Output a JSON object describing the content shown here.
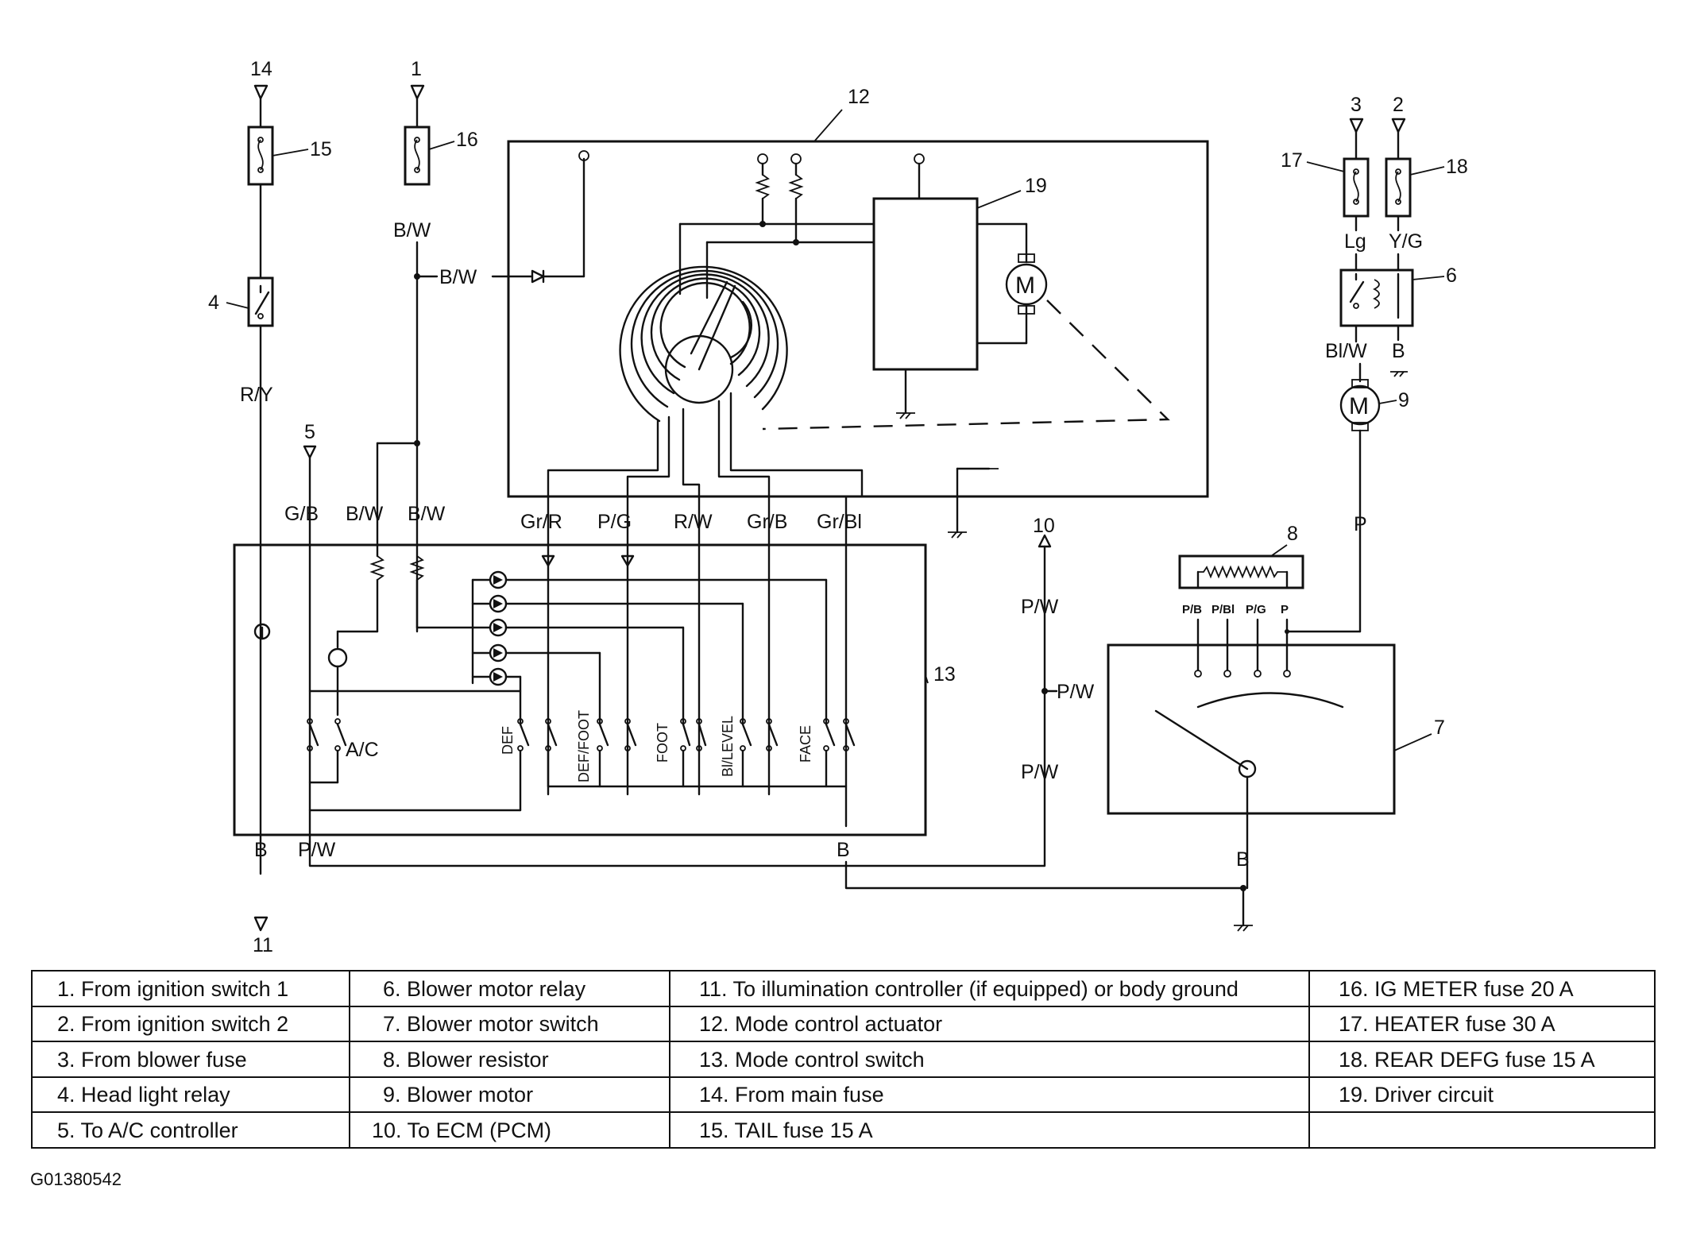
{
  "callouts": {
    "n1": "1",
    "n2": "2",
    "n3": "3",
    "n4": "4",
    "n5": "5",
    "n6": "6",
    "n7": "7",
    "n8": "8",
    "n9": "9",
    "n10": "10",
    "n11": "11",
    "n12": "12",
    "n13": "13",
    "n14": "14",
    "n15": "15",
    "n16": "16",
    "n17": "17",
    "n18": "18",
    "n19": "19"
  },
  "wire_labels": {
    "bw_top": "B/W",
    "bw_mid": "B/W",
    "ry": "R/Y",
    "gb": "G/B",
    "bw_a": "B/W",
    "bw_b": "B/W",
    "grr": "Gr/R",
    "pg": "P/G",
    "rw": "R/W",
    "grb": "Gr/B",
    "grbl": "Gr/Bl",
    "b_left": "B",
    "pw_left": "P/W",
    "b_mid": "B",
    "pw_1": "P/W",
    "pw_2": "P/W",
    "pw_3": "P/W",
    "lg": "Lg",
    "yg": "Y/G",
    "blw": "Bl/W",
    "b_relay": "B",
    "p": "P",
    "b_right": "B"
  },
  "resistor_pins": {
    "pb": "P/B",
    "pbl": "P/Bl",
    "pg": "P/G",
    "p": "P"
  },
  "switch_labels": {
    "ac": "A/C",
    "def": "DEF",
    "deffoot": "DEF/FOOT",
    "foot": "FOOT",
    "bilevel": "Bl/LEVEL",
    "face": "FACE"
  },
  "motor_letter": "M",
  "legend": {
    "col1": [
      "1.   From ignition switch 1",
      "2.   From ignition switch 2",
      "3.   From blower fuse",
      "4.   Head light relay",
      "5.   To A/C controller"
    ],
    "col2": [
      "6.   Blower motor relay",
      "7.   Blower motor switch",
      "8.   Blower resistor",
      "9.   Blower motor",
      "10.   To ECM (PCM)"
    ],
    "col3": [
      "11.   To illumination controller (if equipped) or body ground",
      "12.   Mode control actuator",
      "13.   Mode control switch",
      "14.   From main fuse",
      "15.   TAIL fuse 15 A"
    ],
    "col4": [
      "16.   IG METER fuse 20 A",
      "17.   HEATER fuse 30 A",
      "18.   REAR DEFG fuse 15 A",
      "19.   Driver circuit",
      ""
    ]
  },
  "footer_code": "G01380542"
}
